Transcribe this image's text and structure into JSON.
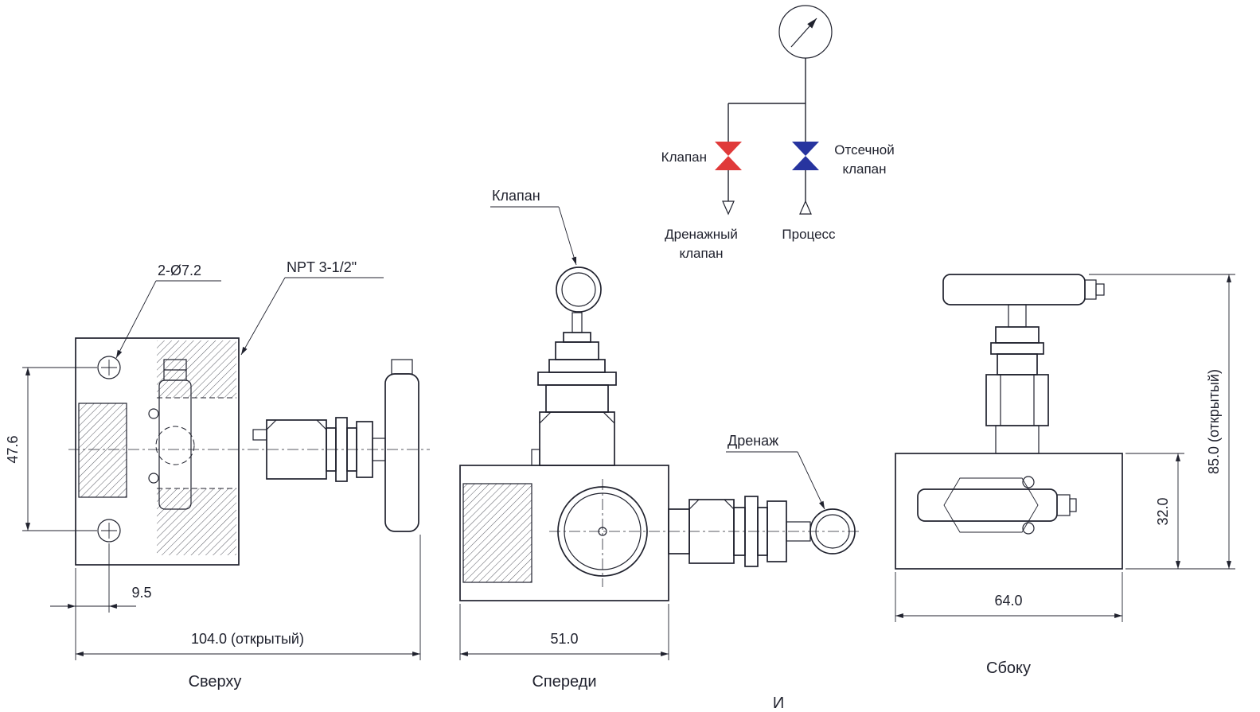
{
  "colors": {
    "line": "#20222e",
    "red_valve": "#e03a3a",
    "blue_valve": "#27349f",
    "background": "#ffffff"
  },
  "schematic": {
    "valve_label": "Клапан",
    "shutoff_line1": "Отсечной",
    "shutoff_line2": "клапан",
    "drain_line1": "Дренажный",
    "drain_line2": "клапан",
    "process_label": "Процесс"
  },
  "top_view": {
    "title": "Сверху",
    "holes_label": "2-Ø7.2",
    "thread_label": "NPT 3-1/2\"",
    "dim_height": "47.6",
    "dim_offset": "9.5",
    "dim_width": "104.0 (открытый)"
  },
  "front_view": {
    "title": "Спереди",
    "valve_label": "Клапан",
    "drain_label": "Дренаж",
    "dim_width": "51.0"
  },
  "side_view": {
    "title": "Сбоку",
    "dim_height": "85.0 (открытый)",
    "dim_body": "32.0",
    "dim_width": "64.0"
  },
  "footer": {
    "partial_text": "И"
  }
}
